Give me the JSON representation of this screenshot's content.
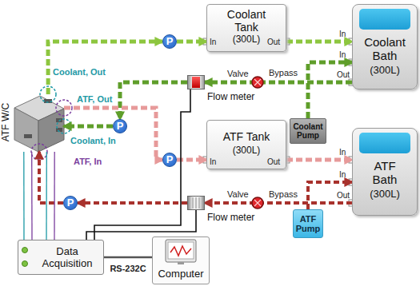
{
  "diagram": {
    "nodes": [
      {
        "text": [
          "Coolant Tank",
          "(300L)"
        ]
      },
      {
        "text": [
          "Coolant Bath",
          "(300L)"
        ]
      },
      {
        "text": [
          "Coolant Pump"
        ]
      },
      {
        "text": [
          "ATF Tank",
          "(300L)"
        ]
      },
      {
        "text": [
          "ATF Bath",
          "(300L)"
        ]
      },
      {
        "text": [
          "ATF Pump"
        ]
      },
      {
        "text": [
          "ATF W/C"
        ]
      },
      {
        "text": [
          "P"
        ]
      },
      {
        "text": [
          "P"
        ]
      },
      {
        "text": [
          "P"
        ]
      },
      {
        "text": [
          "P"
        ]
      },
      {
        "text": [
          "Flow meter"
        ]
      },
      {
        "text": [
          "Flow meter"
        ]
      },
      {
        "text": [
          "Data Acquisition"
        ]
      },
      {
        "text": [
          "Computer"
        ]
      }
    ],
    "edges": [
      {
        "from": 6,
        "to": 7,
        "arrow": "to"
      },
      {
        "from": 7,
        "to": 0,
        "arrow": "to"
      },
      {
        "from": 0,
        "to": 1,
        "arrow": "to"
      },
      {
        "from": 2,
        "to": 1,
        "arrow": "to"
      },
      {
        "from": 1,
        "to": 11,
        "arrow": "to"
      },
      {
        "from": 11,
        "to": 8,
        "arrow": "to"
      },
      {
        "from": 8,
        "to": 6,
        "arrow": "to"
      },
      {
        "from": 6,
        "to": 9,
        "arrow": "to"
      },
      {
        "from": 9,
        "to": 3,
        "arrow": "to"
      },
      {
        "from": 3,
        "to": 4,
        "arrow": "to"
      },
      {
        "from": 5,
        "to": 4,
        "arrow": "to"
      },
      {
        "from": 4,
        "to": 12,
        "arrow": "to"
      },
      {
        "from": 12,
        "to": 10,
        "arrow": "to"
      },
      {
        "from": 10,
        "to": 6,
        "arrow": "to"
      },
      {
        "from": 11,
        "to": 13,
        "arrow": "none"
      },
      {
        "from": 12,
        "to": 13,
        "arrow": "none"
      },
      {
        "from": 6,
        "to": 13,
        "arrow": "none"
      },
      {
        "from": 6,
        "to": 13,
        "arrow": "none"
      },
      {
        "from": 6,
        "to": 13,
        "arrow": "none"
      },
      {
        "from": 6,
        "to": 13,
        "arrow": "none"
      },
      {
        "from": 13,
        "to": 14,
        "label": "RS-232C",
        "arrow": "none"
      }
    ],
    "labels": [
      "Coolant, Out",
      "ATF, Out",
      "Coolant, In",
      "ATF, In",
      "In",
      "Out",
      "In",
      "In",
      "Out",
      "Valve",
      "Bypass",
      "In",
      "Out",
      "In",
      "In",
      "Out",
      "Valve",
      "Bypass"
    ]
  }
}
